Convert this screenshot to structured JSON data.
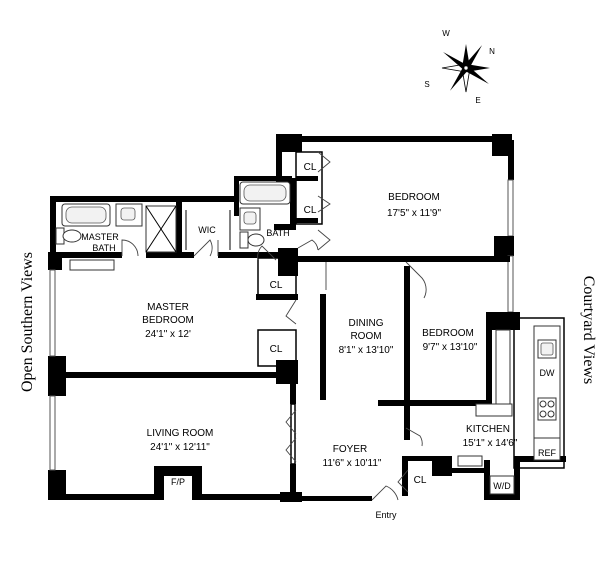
{
  "views": {
    "left": "Open Southern Views",
    "right": "Courtyard Views"
  },
  "compass": {
    "n": "N",
    "s": "S",
    "e": "E",
    "w": "W"
  },
  "rooms": {
    "bedroom_top": {
      "name": "BEDROOM",
      "dims": "17'5\" x 11'9\""
    },
    "master_bath": {
      "name_1": "MASTER",
      "name_2": "BATH"
    },
    "wic": {
      "name": "WIC"
    },
    "bath": {
      "name": "BATH"
    },
    "master_bedroom": {
      "name_1": "MASTER",
      "name_2": "BEDROOM",
      "dims": "24'1\" x 12'"
    },
    "dining_room": {
      "name_1": "DINING",
      "name_2": "ROOM",
      "dims": "8'1\" x 13'10\""
    },
    "bedroom_right": {
      "name": "BEDROOM",
      "dims": "9'7\" x 13'10\""
    },
    "living_room": {
      "name": "LIVING ROOM",
      "dims": "24'1\" x 12'11\""
    },
    "foyer": {
      "name": "FOYER",
      "dims": "11'6\" x 10'11\""
    },
    "kitchen": {
      "name": "KITCHEN",
      "dims": "15'1\" x 14'6\""
    }
  },
  "closets": {
    "cl_1": "CL",
    "cl_2": "CL",
    "cl_3": "CL",
    "cl_4": "CL",
    "cl_5": "CL"
  },
  "fixtures": {
    "dw": "DW",
    "ref": "REF",
    "wd": "W/D",
    "fp": "F/P"
  },
  "entry": "Entry"
}
